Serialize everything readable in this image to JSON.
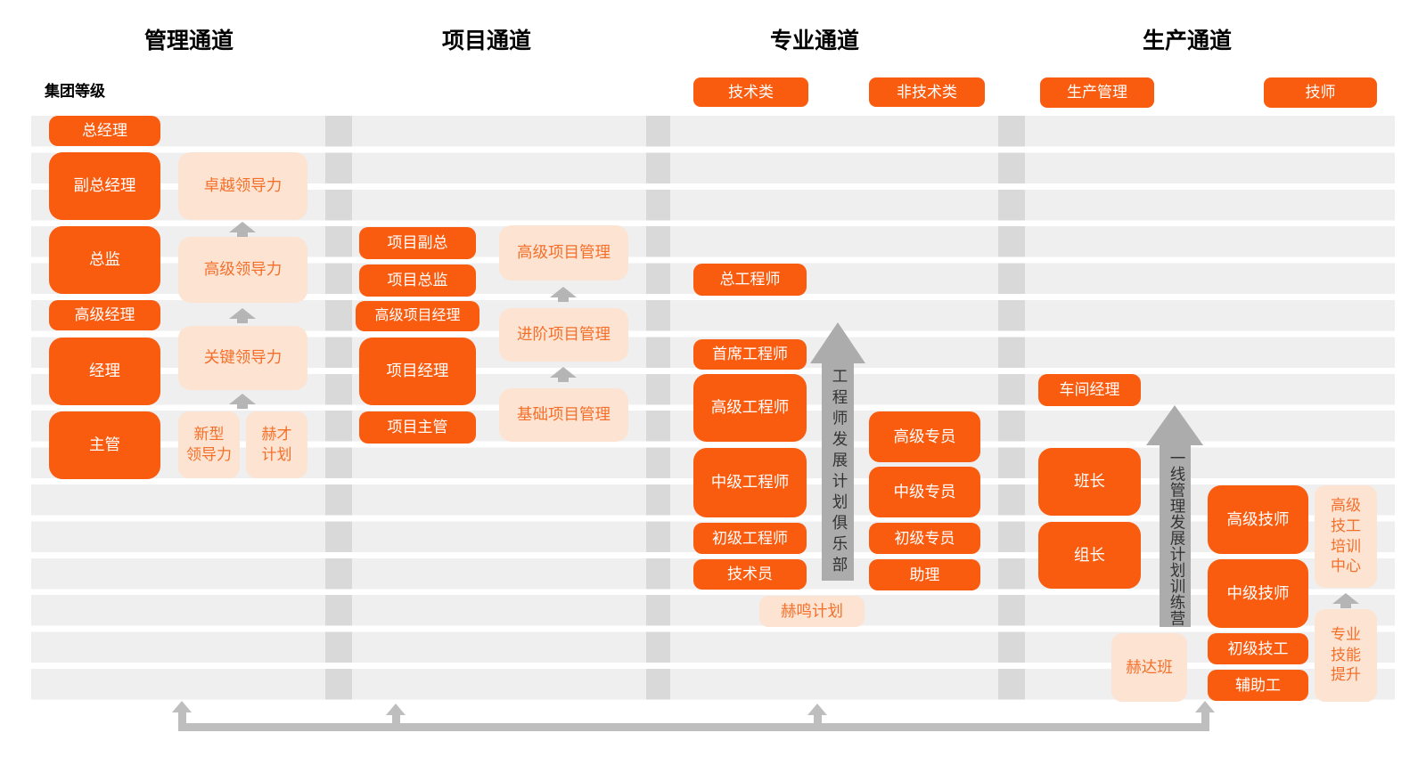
{
  "group_level_label": "集团等级",
  "channels": {
    "management": {
      "title": "管理通道",
      "roles": [
        "总经理",
        "副总经理",
        "总监",
        "高级经理",
        "经理",
        "主管"
      ],
      "programs": [
        "卓越领导力",
        "高级领导力",
        "关键领导力",
        "新型\n领导力",
        "赫才\n计划"
      ]
    },
    "project": {
      "title": "项目通道",
      "roles": [
        "项目副总",
        "项目总监",
        "高级项目经理",
        "项目经理",
        "项目主管"
      ],
      "programs": [
        "高级项目管理",
        "进阶项目管理",
        "基础项目管理"
      ]
    },
    "professional": {
      "title": "专业通道",
      "track_technical": "技术类",
      "track_non_technical": "非技术类",
      "technical_roles": [
        "总工程师",
        "首席工程师",
        "高级工程师",
        "中级工程师",
        "初级工程师",
        "技术员"
      ],
      "non_technical_roles": [
        "高级专员",
        "中级专员",
        "初级专员",
        "助理"
      ],
      "arrow_label": "工程师发展计划俱乐部",
      "program": "赫鸣计划"
    },
    "production": {
      "title": "生产通道",
      "track_management": "生产管理",
      "track_technician": "技师",
      "management_roles": [
        "车间经理",
        "班长",
        "组长"
      ],
      "technician_roles": [
        "高级技师",
        "中级技师",
        "初级技工",
        "辅助工"
      ],
      "arrow_label": "一线管理发展计划训练营",
      "program_heda": "赫达班",
      "program_training_center": "高级\n技工\n培训\n中心",
      "program_skill_upgrade": "专业\n技能\n提升"
    }
  },
  "colors": {
    "orange": "#f95b0f",
    "peach": "#fde3d2",
    "peach_text": "#f4702a",
    "stripe": "#efefef",
    "divider": "#d9d9d9",
    "small_arrow": "#b5b5b5",
    "big_arrow": "#acacac",
    "connector": "#bebebe"
  }
}
